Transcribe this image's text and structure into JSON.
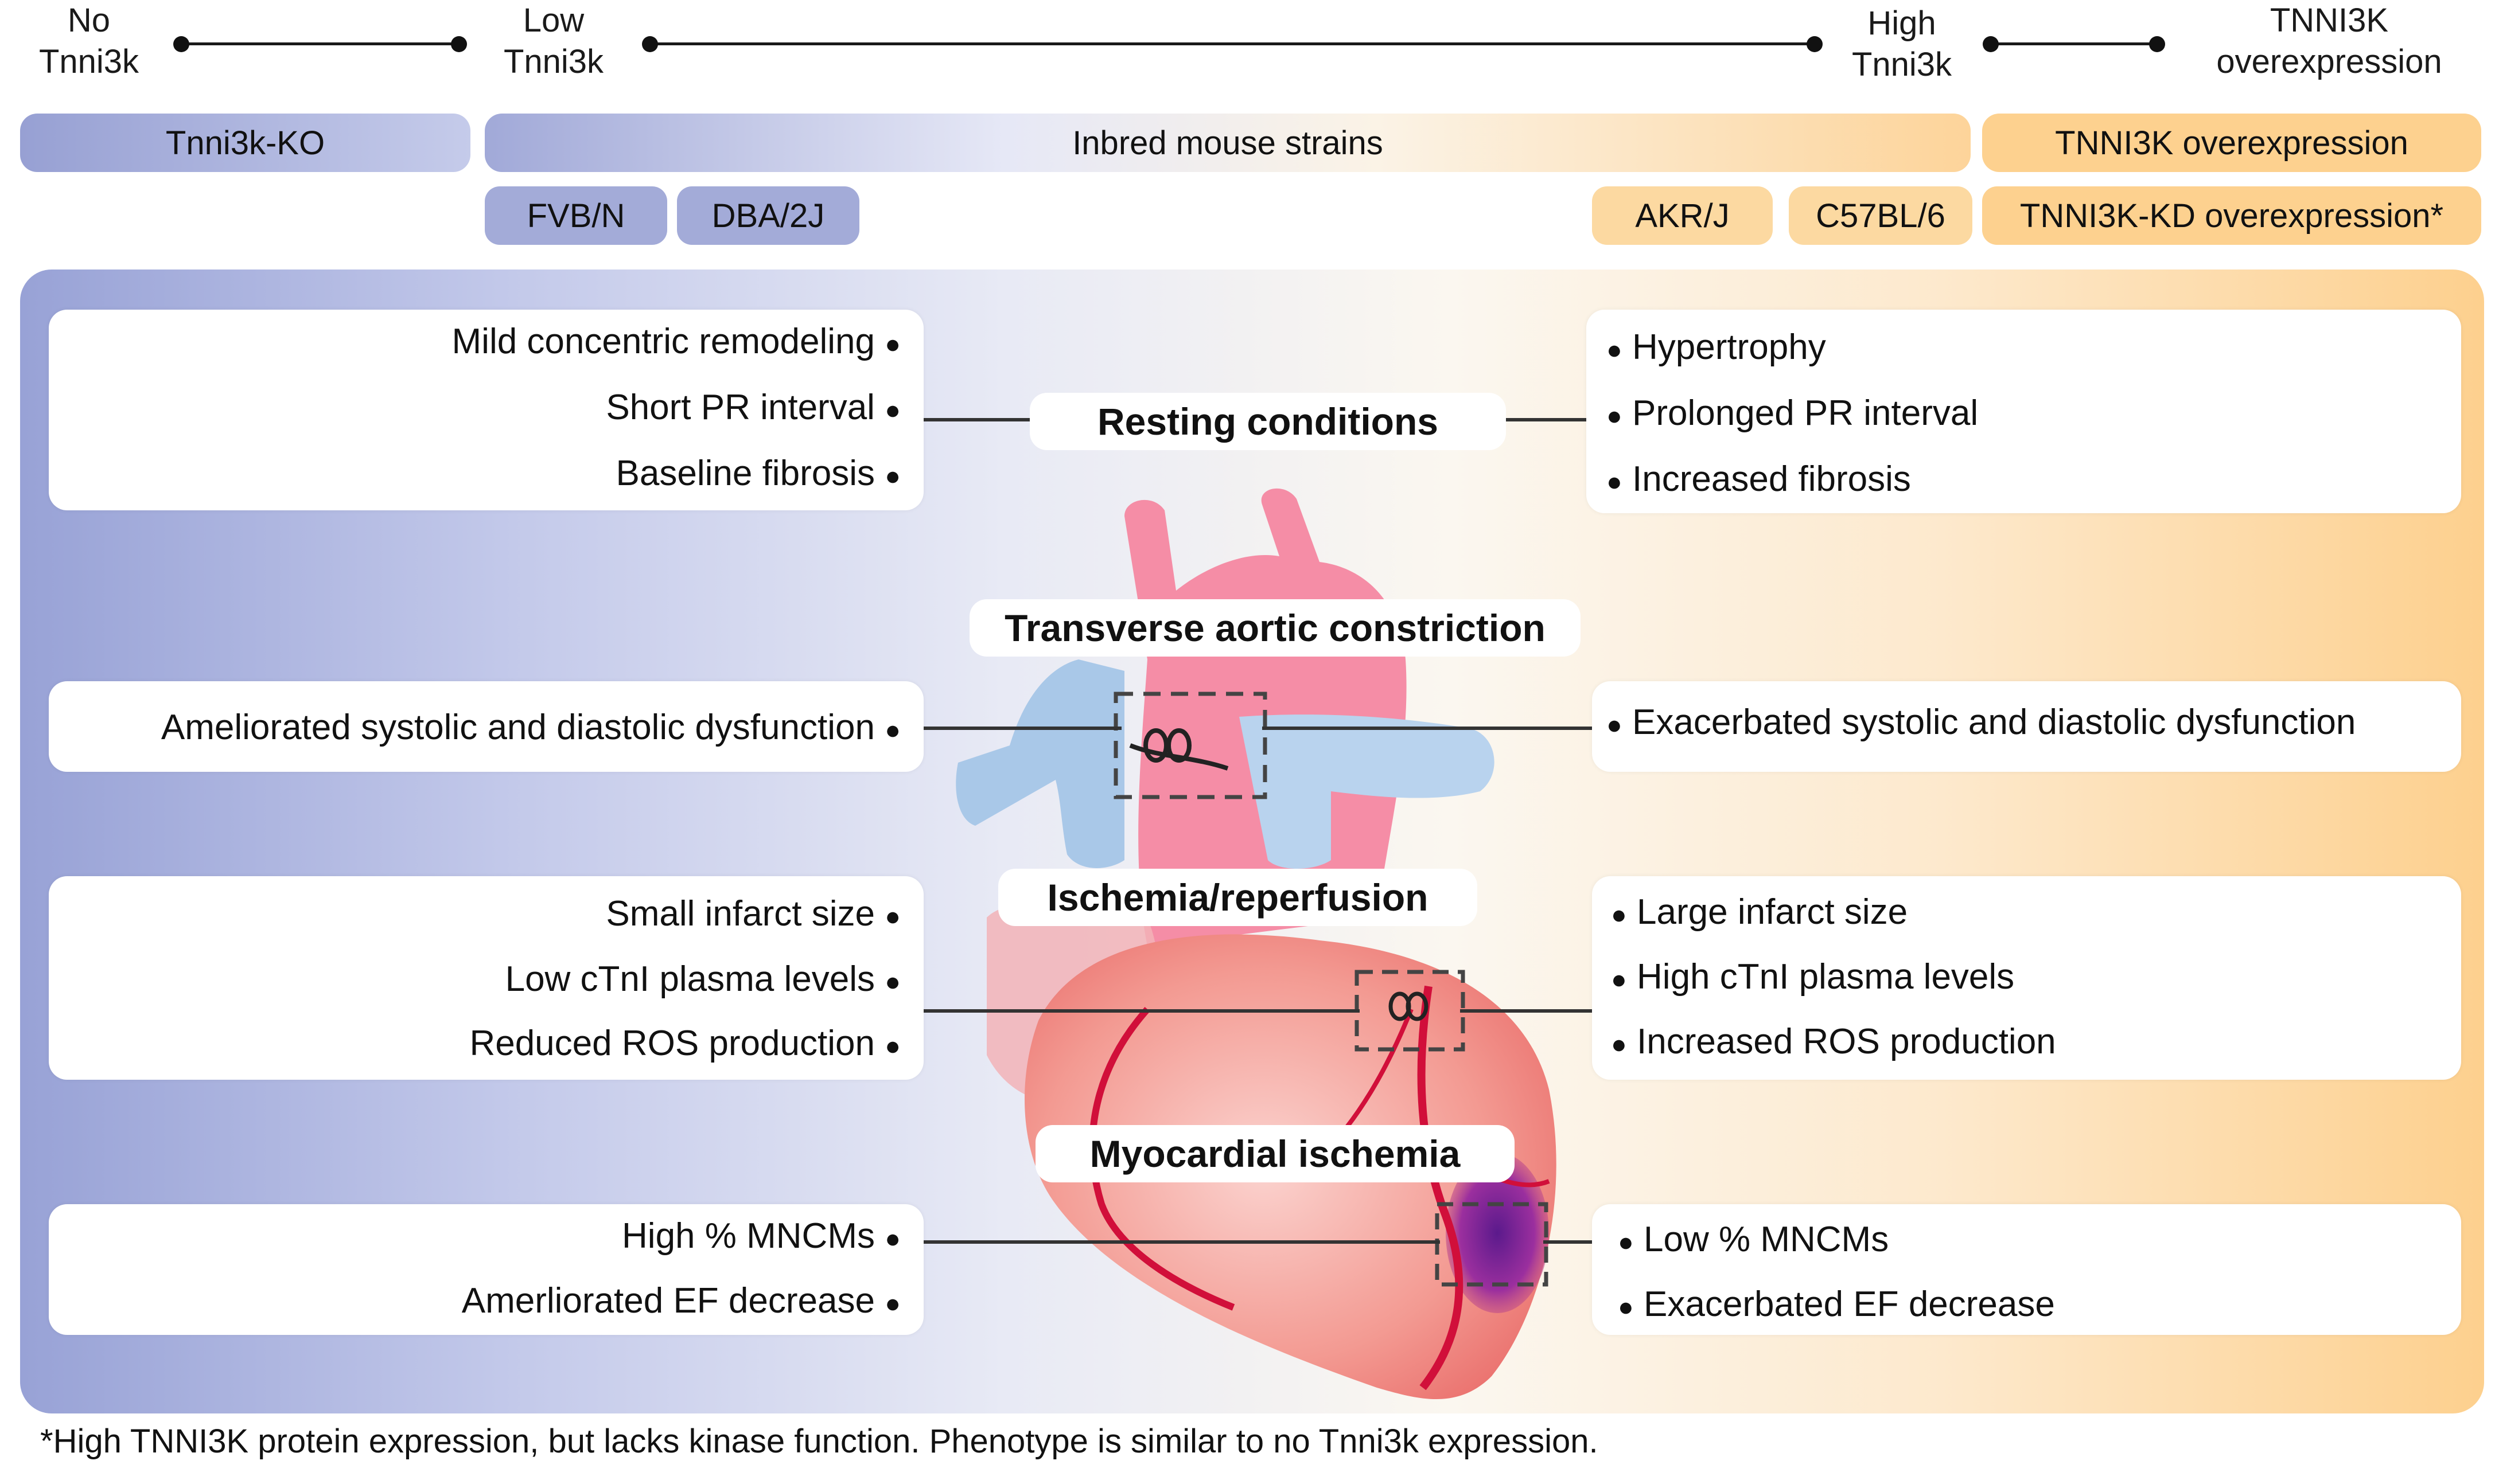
{
  "scale": {
    "no": "No\nTnni3k",
    "low": "Low\nTnni3k",
    "high": "High\nTnni3k",
    "over": "TNNI3K\noverexpression"
  },
  "categories": {
    "ko": "Tnni3k-KO",
    "inbred": "Inbred mouse strains",
    "over": "TNNI3K overexpression",
    "strains": [
      "FVB/N",
      "DBA/2J",
      "AKR/J",
      "C57BL/6"
    ],
    "kd": "TNNI3K-KD overexpression*"
  },
  "sections": {
    "resting": {
      "title": "Resting conditions",
      "left": [
        "Mild concentric remodeling",
        "Short PR interval",
        "Baseline fibrosis"
      ],
      "right": [
        "Hypertrophy",
        "Prolonged PR interval",
        "Increased fibrosis"
      ]
    },
    "tac": {
      "title": "Transverse aortic constriction",
      "left": [
        "Ameliorated systolic and diastolic dysfunction"
      ],
      "right": [
        "Exacerbated systolic and diastolic dysfunction"
      ]
    },
    "ir": {
      "title": "Ischemia/reperfusion",
      "left": [
        "Small infarct size",
        "Low cTnI plasma levels",
        "Reduced ROS production"
      ],
      "right": [
        "Large infarct size",
        "High cTnI plasma levels",
        "Increased ROS production"
      ]
    },
    "mi": {
      "title": "Myocardial ischemia",
      "left": [
        "High % MNCMs",
        "Amerliorated EF decrease"
      ],
      "right": [
        "Low % MNCMs",
        "Exacerbated EF decrease"
      ]
    }
  },
  "footnote": "*High TNNI3K protein expression, but lacks kinase function. Phenotype is similar to no Tnni3k expression.",
  "colors": {
    "blue": "#98a2d6",
    "orange": "#fdd08e",
    "heart": "#f07a7a",
    "vessel": "#a9c8e8",
    "artery": "#d10f3a"
  }
}
